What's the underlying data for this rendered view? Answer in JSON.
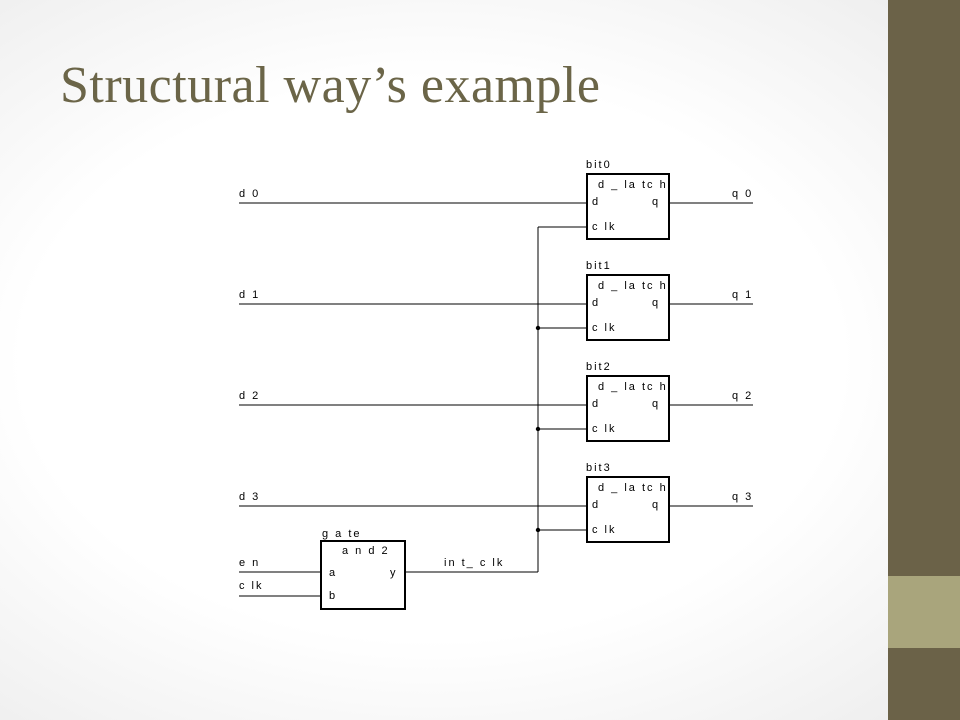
{
  "slide": {
    "title": "Structural way’s example"
  },
  "colors": {
    "title": "#6b6548",
    "sidebar_dark": "#6b6248",
    "sidebar_accent": "#a9a57c"
  },
  "schematic": {
    "latches": [
      {
        "instance": "bit0",
        "component": "d _ la tc h",
        "port_d": "d",
        "port_q": "q",
        "port_clk": "c lk",
        "input": "d 0",
        "output": "q 0"
      },
      {
        "instance": "bit1",
        "component": "d _ la tc h",
        "port_d": "d",
        "port_q": "q",
        "port_clk": "c lk",
        "input": "d 1",
        "output": "q 1"
      },
      {
        "instance": "bit2",
        "component": "d _ la tc h",
        "port_d": "d",
        "port_q": "q",
        "port_clk": "c lk",
        "input": "d 2",
        "output": "q 2"
      },
      {
        "instance": "bit3",
        "component": "d _ la tc h",
        "port_d": "d",
        "port_q": "q",
        "port_clk": "c lk",
        "input": "d 3",
        "output": "q 3"
      }
    ],
    "gate": {
      "instance": "g a te",
      "component": "a n d 2",
      "port_a": "a",
      "port_b": "b",
      "port_y": "y",
      "input_a": "e n",
      "input_b": "c lk",
      "output": "in t_ c lk"
    }
  }
}
